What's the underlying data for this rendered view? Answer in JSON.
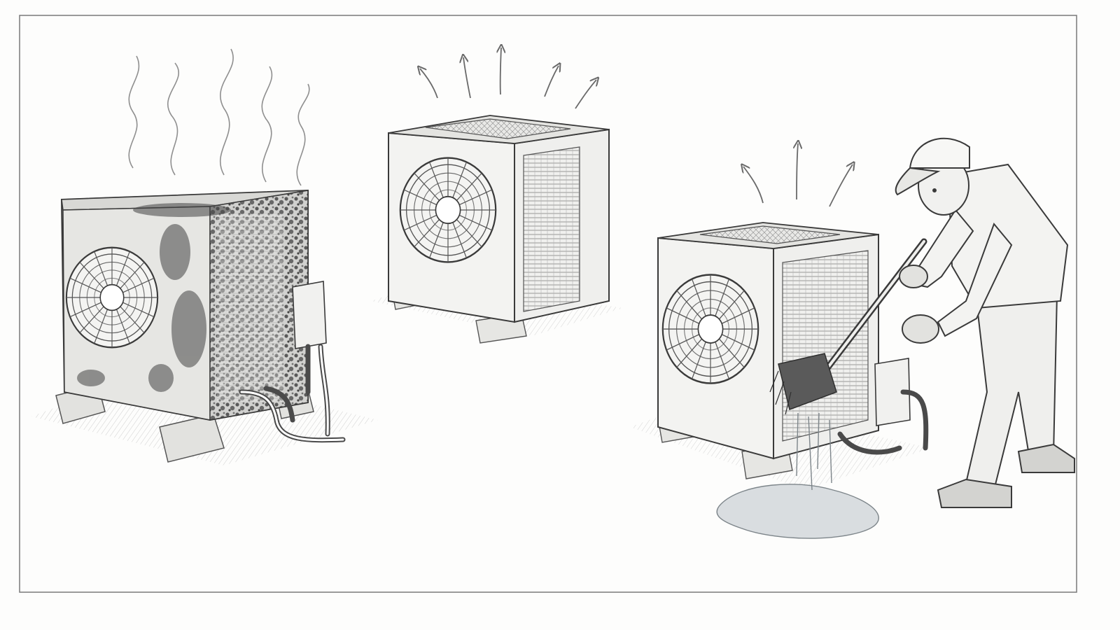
{
  "scene": {
    "style": "pencil-sketch",
    "palette": {
      "paper": "#fdfdfc",
      "ink": "#3a3a3a",
      "light_ink": "#8a8a8a",
      "grime": "#2f2f2f",
      "water": "#9aa3a8"
    },
    "panels": [
      {
        "id": "dirty-unit",
        "state": "dirty, overheating"
      },
      {
        "id": "clean-unit",
        "state": "clean, airflow"
      },
      {
        "id": "cleaning-unit",
        "state": "technician cleaning coil with brush"
      }
    ],
    "icons": [
      "heat-haze-icon",
      "airflow-arrow-icon",
      "fan-icon",
      "brush-icon",
      "water-puddle-icon",
      "technician-figure"
    ]
  }
}
